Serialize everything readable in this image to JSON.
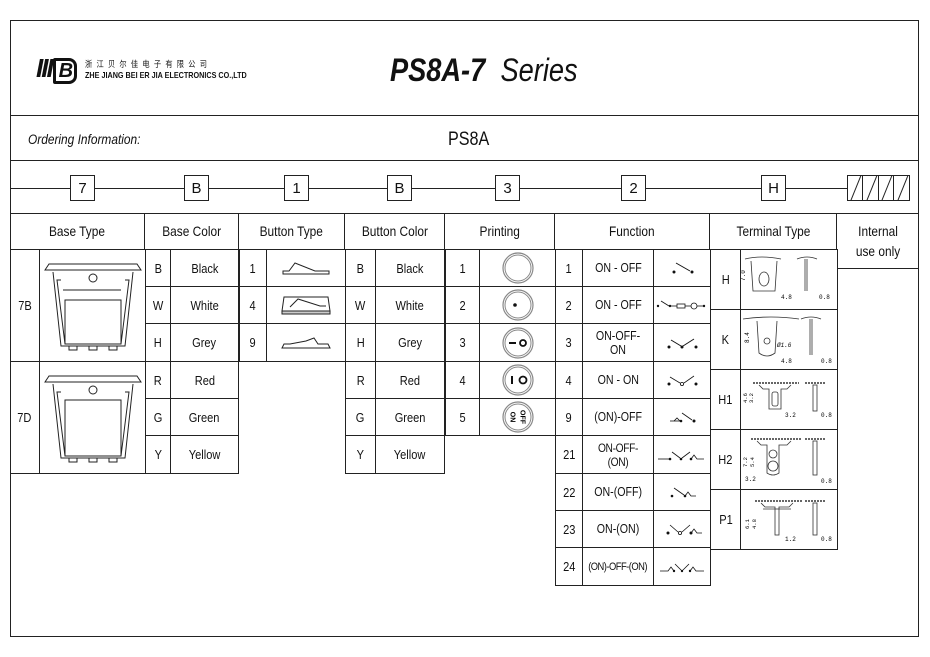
{
  "header": {
    "logo_text": "IIIB",
    "company_cn": "浙江贝尔佳电子有限公司",
    "company_en": "ZHE JIANG BEI ER JIA ELECTRONICS CO.,LTD",
    "model": "PS8A-7",
    "series": "Series"
  },
  "ordering": {
    "label": "Ordering Information:",
    "model": "PS8A",
    "code": [
      "7",
      "B",
      "1",
      "B",
      "3",
      "2",
      "H"
    ],
    "internal_marks": [
      "/",
      "/",
      "/",
      "/"
    ]
  },
  "columns": [
    "Base Type",
    "Base Color",
    "Button Type",
    "Button Color",
    "Printing",
    "Function",
    "Terminal Type",
    "Internal use only"
  ],
  "base_type": [
    {
      "code": "7B",
      "icon": "switch-base-7b-drawing"
    },
    {
      "code": "7D",
      "icon": "switch-base-7d-drawing"
    }
  ],
  "base_color": [
    {
      "code": "B",
      "name": "Black"
    },
    {
      "code": "W",
      "name": "White"
    },
    {
      "code": "H",
      "name": "Grey"
    },
    {
      "code": "R",
      "name": "Red"
    },
    {
      "code": "G",
      "name": "Green"
    },
    {
      "code": "Y",
      "name": "Yellow"
    }
  ],
  "button_type": [
    {
      "code": "1",
      "icon": "rocker-button-profile"
    },
    {
      "code": "4",
      "icon": "rocker-button-framed-profile"
    },
    {
      "code": "9",
      "icon": "rocker-button-low-profile"
    }
  ],
  "button_color": [
    {
      "code": "B",
      "name": "Black"
    },
    {
      "code": "W",
      "name": "White"
    },
    {
      "code": "H",
      "name": "Grey"
    },
    {
      "code": "R",
      "name": "Red"
    },
    {
      "code": "G",
      "name": "Green"
    },
    {
      "code": "Y",
      "name": "Yellow"
    }
  ],
  "printing": [
    {
      "code": "1",
      "symbol": ""
    },
    {
      "code": "2",
      "symbol": "•"
    },
    {
      "code": "3",
      "symbol": "— O"
    },
    {
      "code": "4",
      "symbol": "I O"
    },
    {
      "code": "5",
      "symbol": "ON OFF"
    }
  ],
  "function": [
    {
      "code": "1",
      "name": "ON - OFF"
    },
    {
      "code": "2",
      "name": "ON - OFF"
    },
    {
      "code": "3",
      "name": "ON-OFF-ON"
    },
    {
      "code": "4",
      "name": "ON - ON"
    },
    {
      "code": "9",
      "name": "(ON)-OFF"
    },
    {
      "code": "21",
      "name": "ON-OFF-(ON)"
    },
    {
      "code": "22",
      "name": "ON-(OFF)"
    },
    {
      "code": "23",
      "name": "ON-(ON)"
    },
    {
      "code": "24",
      "name": "(ON)-OFF-(ON)"
    }
  ],
  "terminal_type": [
    {
      "code": "H",
      "dims": [
        "7.0",
        "4.8",
        "0.8"
      ]
    },
    {
      "code": "K",
      "dims": [
        "8.4",
        "Ø1.6",
        "4.8",
        "0.8"
      ]
    },
    {
      "code": "H1",
      "dims": [
        "4.6",
        "3.2",
        "3.2",
        "0.8"
      ]
    },
    {
      "code": "H2",
      "dims": [
        "7.2",
        "5.4",
        "3.2",
        "0.8"
      ]
    },
    {
      "code": "P1",
      "dims": [
        "6.1",
        "4.8",
        "1.2",
        "0.8"
      ]
    }
  ]
}
